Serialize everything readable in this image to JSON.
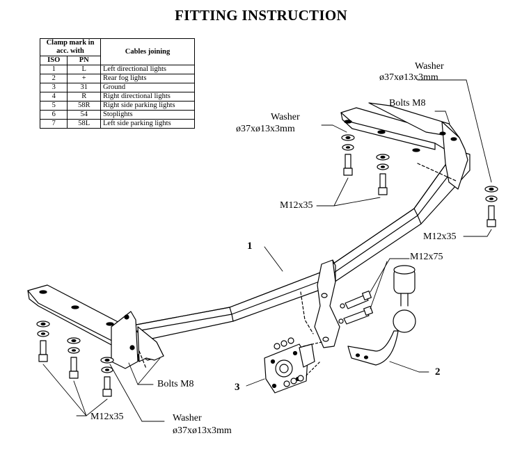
{
  "title": "FITTING INSTRUCTION",
  "legend": {
    "header_clamp": "Clamp mark in acc. with",
    "header_cables": "Cables joining",
    "header_iso": "ISO",
    "header_pn": "PN",
    "rows": [
      {
        "iso": "1",
        "pn": "L",
        "cable": "Left directional lights"
      },
      {
        "iso": "2",
        "pn": "+",
        "cable": "Rear fog lights"
      },
      {
        "iso": "3",
        "pn": "31",
        "cable": "Ground"
      },
      {
        "iso": "4",
        "pn": "R",
        "cable": "Right directional lights"
      },
      {
        "iso": "5",
        "pn": "58R",
        "cable": "Right side parking lights"
      },
      {
        "iso": "6",
        "pn": "54",
        "cable": "Stoplights"
      },
      {
        "iso": "7",
        "pn": "58L",
        "cable": "Left side parking lights"
      }
    ]
  },
  "labels": {
    "washer_top_right": "Washer",
    "washer_top_right_dim": "ø37xø13x3mm",
    "bolts_top": "Bolts M8",
    "washer_middle": "Washer",
    "washer_middle_dim": "ø37xø13x3mm",
    "bolt_middle": "M12x35",
    "bolt_right": "M12x35",
    "bolt_ball": "M12x75",
    "bolts_bottom": "Bolts M8",
    "bolt_bottom_left": "M12x35",
    "washer_bottom": "Washer",
    "washer_bottom_dim": "ø37xø13x3mm"
  },
  "part_numbers": {
    "crossbar": "1",
    "tow_ball": "2",
    "socket_plate": "3"
  }
}
